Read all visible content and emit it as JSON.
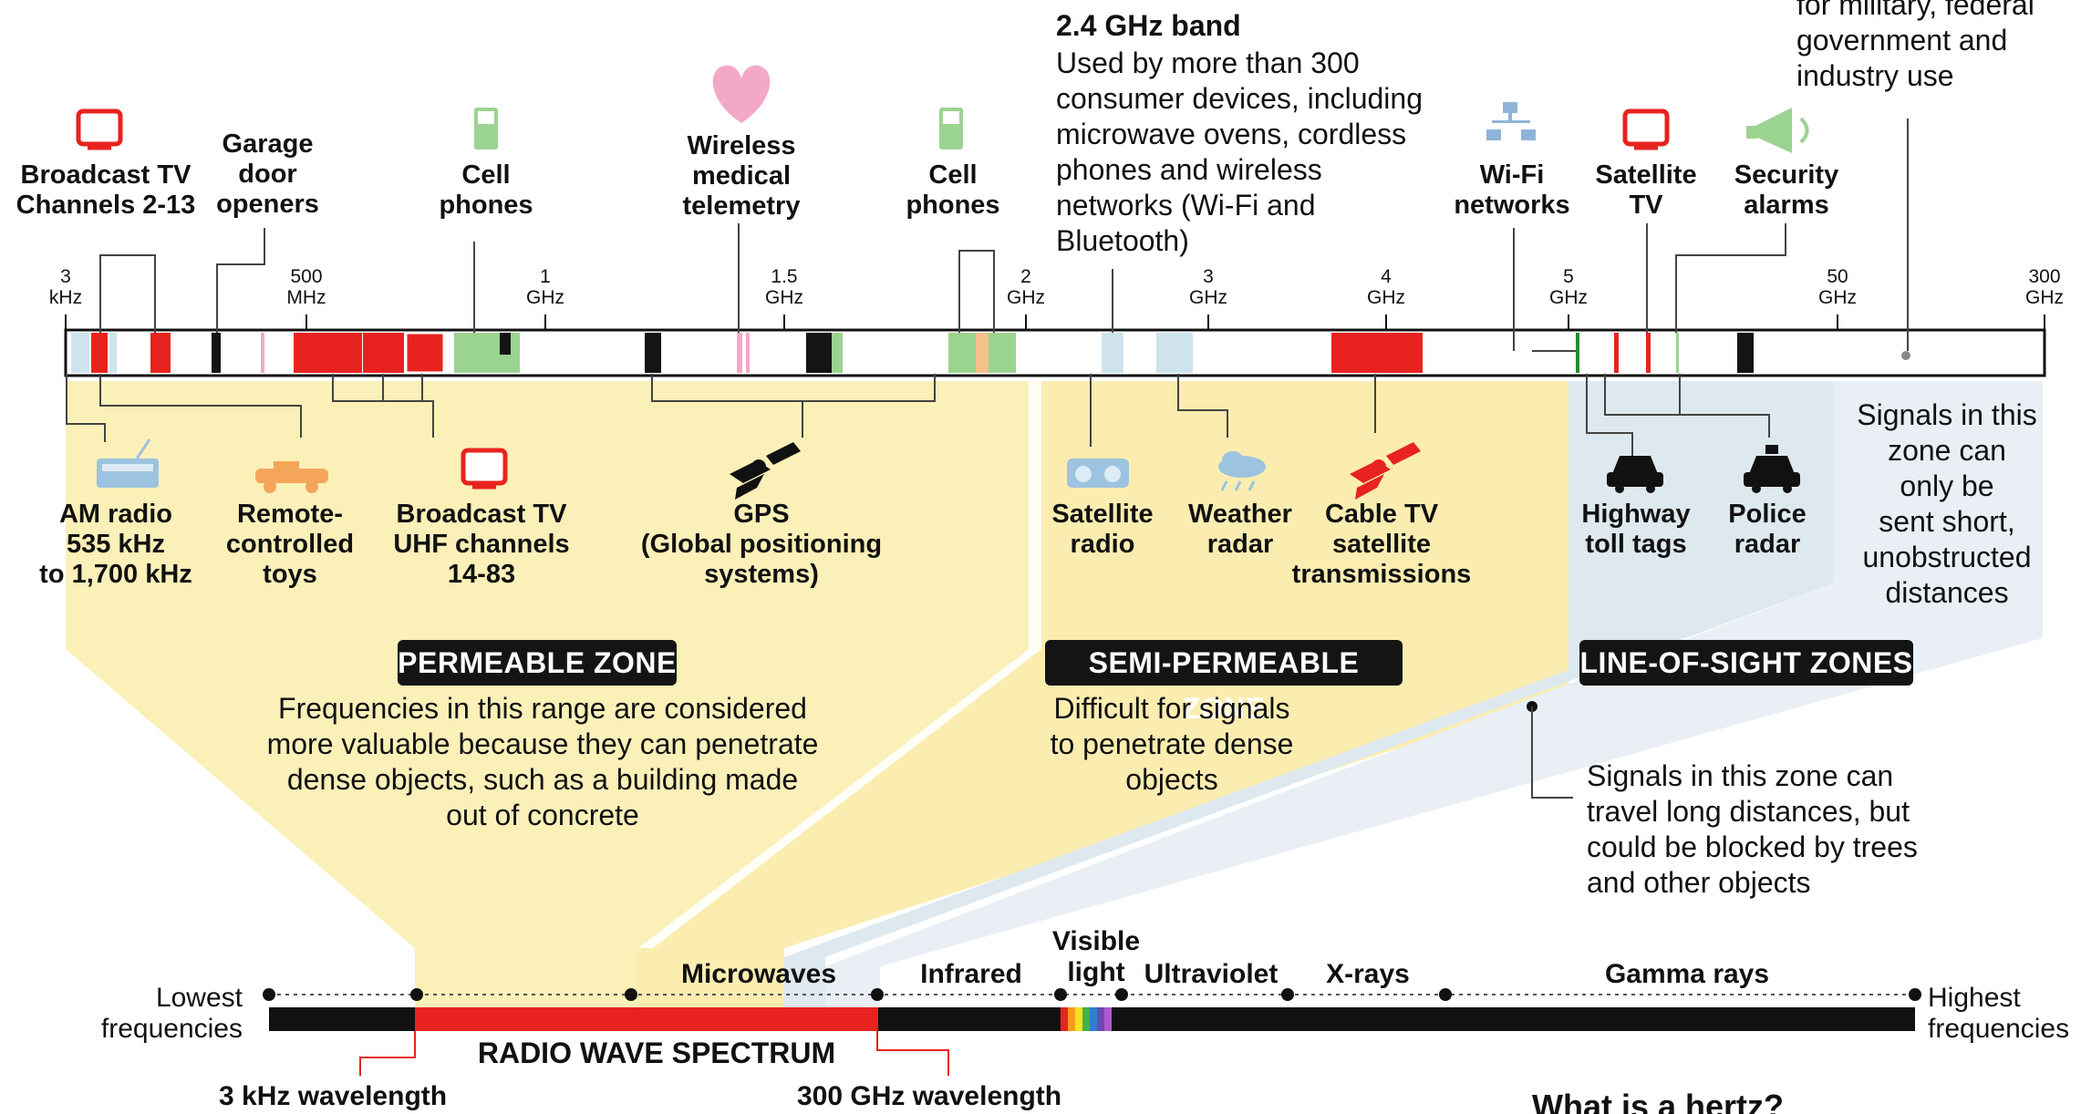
{
  "top_labels": {
    "broadcast_tv": "Broadcast TV\nChannels 2-13",
    "garage": "Garage\ndoor\nopeners",
    "cell_left": "Cell\nphones",
    "medical": "Wireless\nmedical\ntelemetry",
    "cell_right": "Cell\nphones",
    "wifi": "Wi-Fi\nnetworks",
    "sat_tv": "Satellite\nTV",
    "security": "Security\nalarms"
  },
  "band24": {
    "title": "2.4 GHz band",
    "text": "Used by more than 300\nconsumer devices, including\nmicrowave ovens, cordless\nphones and wireless\nnetworks (Wi-Fi and\nBluetooth)"
  },
  "military_text": "for military, federal\ngovernment and\nindustry use",
  "ticks": [
    "3\nkHz",
    "500\nMHz",
    "1\nGHz",
    "1.5\nGHz",
    "2\nGHz",
    "3\nGHz",
    "4\nGHz",
    "5\nGHz",
    "50\nGHz",
    "300\nGHz"
  ],
  "bottom_labels": {
    "am": "AM radio\n535 kHz\nto 1,700 kHz",
    "remote": "Remote-\ncontrolled\ntoys",
    "uhf": "Broadcast TV\nUHF channels\n14-83",
    "gps": "GPS\n(Global positioning\nsystems)",
    "sat_radio": "Satellite\nradio",
    "weather": "Weather\nradar",
    "cable": "Cable TV\nsatellite\ntransmissions",
    "toll": "Highway\ntoll tags",
    "police": "Police\nradar",
    "short": "Signals in this\nzone can\nonly be\nsent short,\nunobstructed\ndistances"
  },
  "zones": {
    "permeable": "PERMEABLE ZONE",
    "permeable_text": "Frequencies in this range are considered\nmore valuable because they can penetrate\ndense objects, such as a building made\nout of concrete",
    "semi": "SEMI-PERMEABLE ZONE",
    "semi_text": "Difficult for signals\nto penetrate dense\nobjects",
    "los": "LINE-OF-SIGHT ZONES",
    "los_text": "Signals in this zone can\ntravel long distances, but\ncould be blocked by trees\nand other objects"
  },
  "spectrum": {
    "lowest": "Lowest\nfrequencies",
    "highest": "Highest\nfrequencies",
    "microwaves": "Microwaves",
    "infrared": "Infrared",
    "visible": "Visible\nlight",
    "ultraviolet": "Ultraviolet",
    "xrays": "X-rays",
    "gamma": "Gamma rays",
    "radio": "RADIO WAVE SPECTRUM",
    "wl_low": "3 kHz wavelength",
    "wl_high": "300 GHz wavelength",
    "hertz": "What is a hertz?"
  },
  "colors": {
    "red": "#e8231f",
    "green": "#9bd391",
    "permeable_zone": "#fbf0b8",
    "semi_zone": "#fbeeb0",
    "los_zone": "#dde8ef",
    "short_zone": "#e9eff4",
    "dark": "#141414"
  }
}
